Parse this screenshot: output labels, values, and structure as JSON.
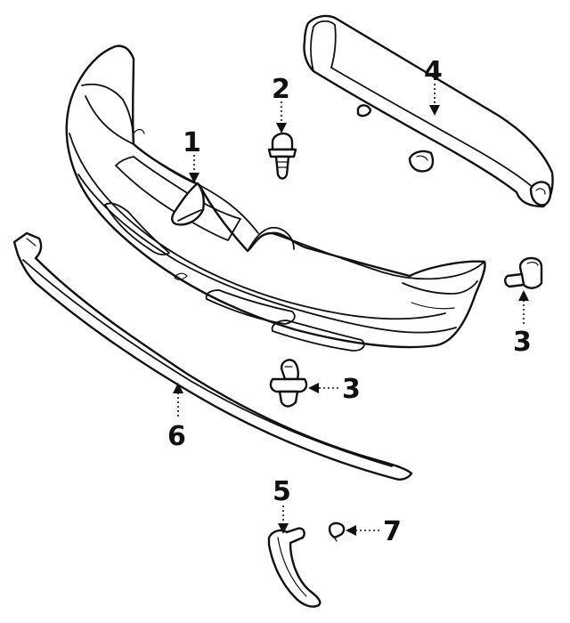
{
  "callouts": {
    "bumper_cover": "1",
    "retainer_bolt": "2",
    "push_clip_right": "3",
    "push_clip_center": "3",
    "energy_absorber": "4",
    "bracket": "5",
    "lower_molding": "6",
    "small_screw": "7"
  },
  "colors": {
    "line": "#111111",
    "background": "#ffffff"
  }
}
